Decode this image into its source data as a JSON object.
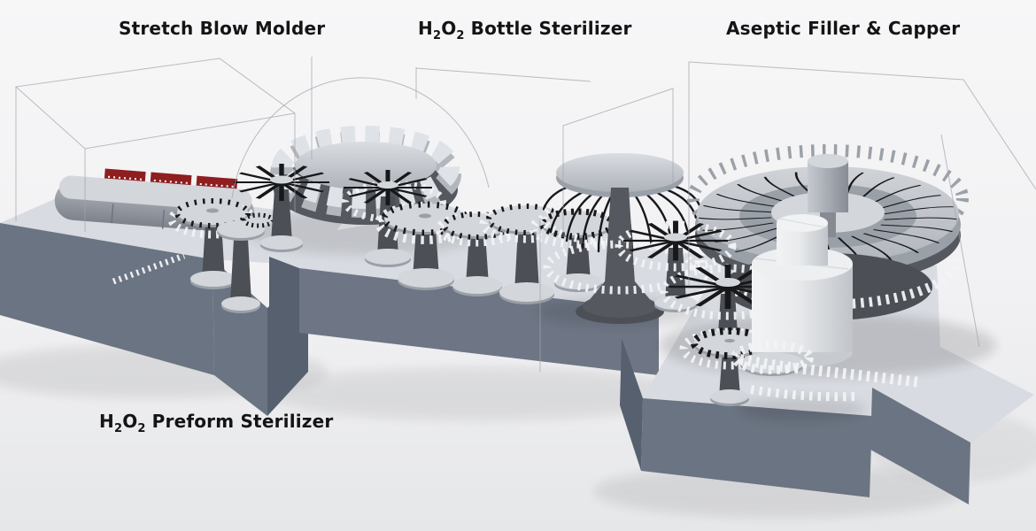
{
  "labels": {
    "chem_h": "H",
    "chem_sub": "2",
    "chem_o": "O",
    "blow_molder": "Stretch Blow Molder",
    "bottle_sterilizer": "Bottle Sterilizer",
    "filler_capper": "Aseptic Filler & Capper",
    "preform_sterilizer": "Preform Sterilizer"
  },
  "colors": {
    "bg_top": "#f7f7f8",
    "bg_mid": "#f1f1f3",
    "bg_bottom": "#e6e7e9",
    "label_text": "#141414",
    "plinth_top": "#d8dbe1",
    "plinth_front": "#6b7482",
    "plinth_side": "#57606f",
    "fascia": "#6e7685",
    "machine_light": "#d3d6db",
    "machine_mid": "#9aa0a8",
    "machine_dark": "#55585e",
    "pedestal_dark": "#4c4f55",
    "oven_red": "#8e1e20",
    "tube_black": "#17181a",
    "bottle_white": "#f2f3f5",
    "wireframe": "#9fa3a9"
  }
}
